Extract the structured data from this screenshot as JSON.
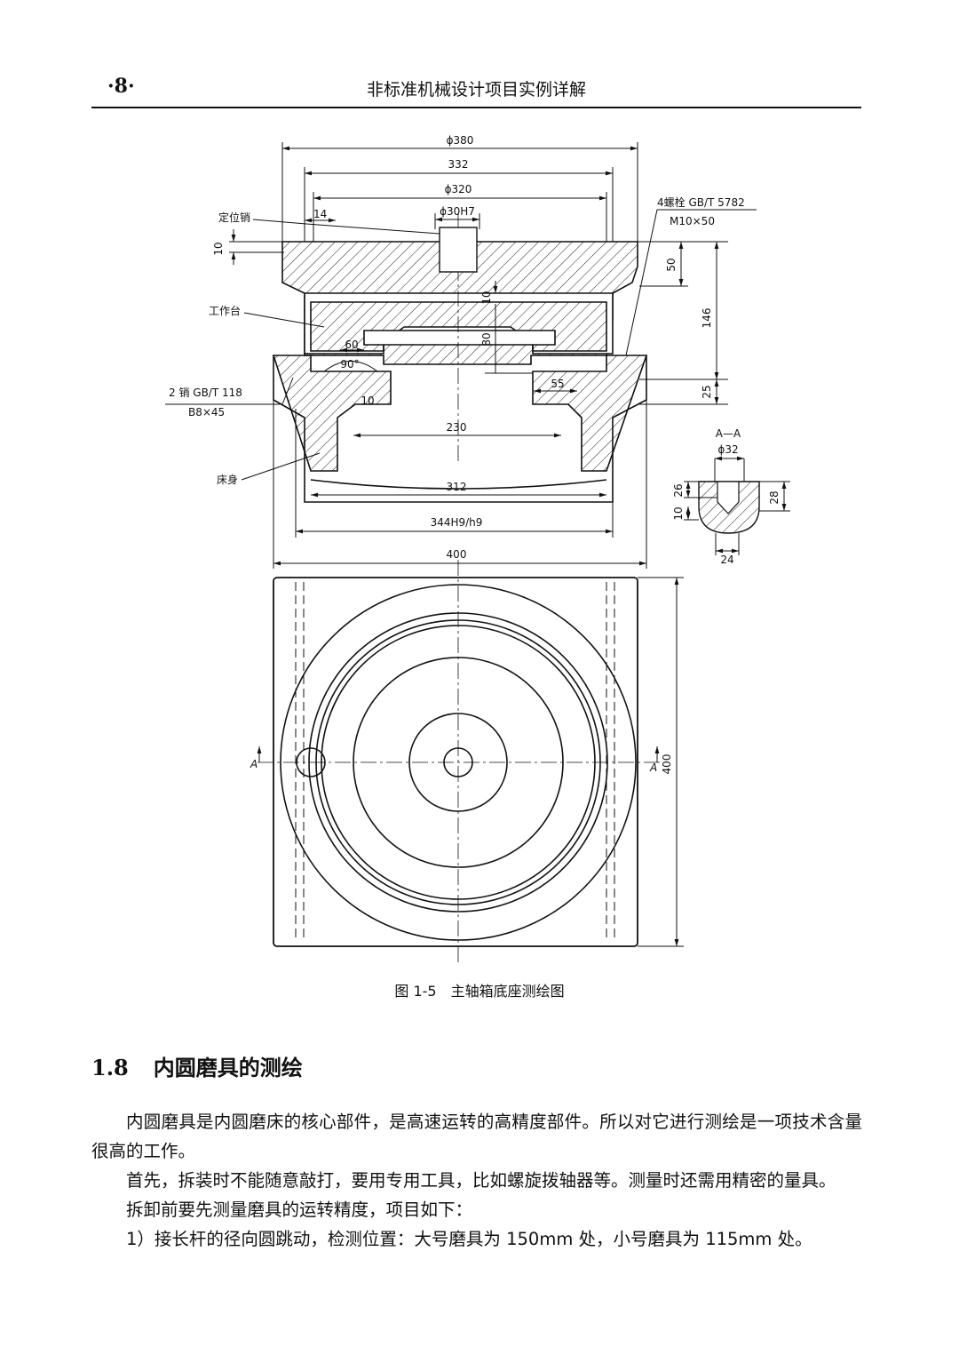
{
  "header": {
    "page_number": "·8·",
    "running_title": "非标准机械设计项目实例详解"
  },
  "figure": {
    "dimensions": {
      "d380": "ϕ380",
      "d332": "332",
      "d320": "ϕ320",
      "d30h7": "ϕ30H7",
      "d14": "14",
      "d10_left": "10",
      "d50": "50",
      "d146": "146",
      "d25": "25",
      "d10_inner": "10",
      "d80": "80",
      "d60": "60",
      "d90": "90°",
      "d10_small": "10",
      "d55": "55",
      "d230": "230",
      "d312": "312",
      "d344": "344H9/h9",
      "d400": "400",
      "d400_side": "400",
      "aa_d32": "ϕ32",
      "aa_d26": "26",
      "aa_d10": "10",
      "aa_d28": "28",
      "aa_d24": "24"
    },
    "labels": {
      "locating_pin": "定位销",
      "worktable": "工作台",
      "pin_std": "2 销 GB/T 118",
      "pin_size": "B8×45",
      "bed": "床身",
      "bolt_std": "4螺栓 GB/T 5782",
      "bolt_size": "M10×50",
      "section_aa": "A—A",
      "section_mark_left": "A",
      "section_mark_right": "A"
    },
    "caption": "图 1-5　主轴箱底座测绘图"
  },
  "section": {
    "number": "1.8",
    "title": "内圆磨具的测绘"
  },
  "paragraphs": [
    "内圆磨具是内圆磨床的核心部件，是高速运转的高精度部件。所以对它进行测绘是一项技术含量很高的工作。",
    "首先，拆装时不能随意敲打，要用专用工具，比如螺旋拨轴器等。测量时还需用精密的量具。",
    "拆卸前要先测量磨具的运转精度，项目如下：",
    "1）接长杆的径向圆跳动，检测位置：大号磨具为 150mm 处，小号磨具为 115mm 处。"
  ]
}
